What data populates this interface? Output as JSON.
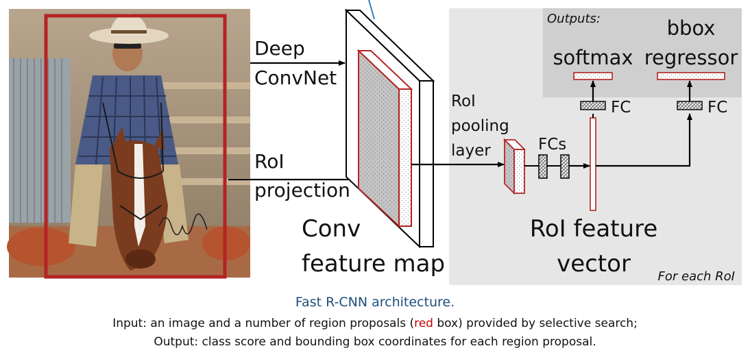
{
  "labels": {
    "deep_convnet": [
      "Deep",
      "ConvNet"
    ],
    "roi_projection": [
      "RoI",
      "projection"
    ],
    "conv_feature_map": [
      "Conv",
      "feature map"
    ],
    "roi_pooling_layer": [
      "RoI",
      "pooling",
      "layer"
    ],
    "fcs": "FCs",
    "roi_feature_vector": [
      "RoI feature",
      "vector"
    ],
    "outputs": "Outputs:",
    "softmax": "softmax",
    "bbox_regressor": [
      "bbox",
      "regressor"
    ],
    "fc_left": "FC",
    "fc_right": "FC",
    "for_each_roi": "For each RoI"
  },
  "caption": {
    "title": "Fast R-CNN architecture.",
    "line1_before": "Input: an image and a number of region proposals (",
    "line1_red": "red",
    "line1_after": " box) provided by selective search;",
    "line2": "Output: class score and bounding box coordinates for each region proposal."
  },
  "colors": {
    "accent_red": "#c0392b",
    "caption_blue": "#1f4e79",
    "panel_gray": "#e6e6e6",
    "outputs_gray": "#cfcfcf"
  }
}
